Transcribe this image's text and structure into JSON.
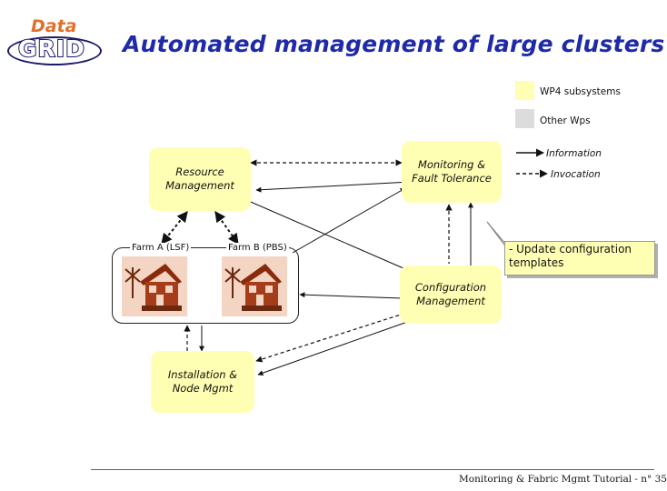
{
  "slide": {
    "title": "Automated management of large clusters",
    "footer": "Monitoring & Fabric Mgmt Tutorial - n° 35"
  },
  "logo": {
    "top_text": "Data",
    "main_text": "GRID"
  },
  "legend": {
    "wp4": {
      "label": "WP4 subsystems",
      "color": "#ffffb3"
    },
    "other": {
      "label": "Other Wps",
      "color": "#dcdcdc"
    },
    "information": "Information",
    "invocation": "Invocation"
  },
  "boxes": {
    "resource_management": "Resource\nManagement",
    "monitoring": "Monitoring &\nFault Tolerance",
    "configuration": "Configuration\nManagement",
    "installation": "Installation &\nNode Mgmt"
  },
  "farms": {
    "farm_a": "Farm A (LSF)",
    "farm_b": "Farm B (PBS)"
  },
  "callout": {
    "text": "- Update configuration\n   templates"
  },
  "colors": {
    "box_fill": "#ffffb3",
    "title": "#1f2aa8",
    "footer_rule": "#c0392b"
  }
}
